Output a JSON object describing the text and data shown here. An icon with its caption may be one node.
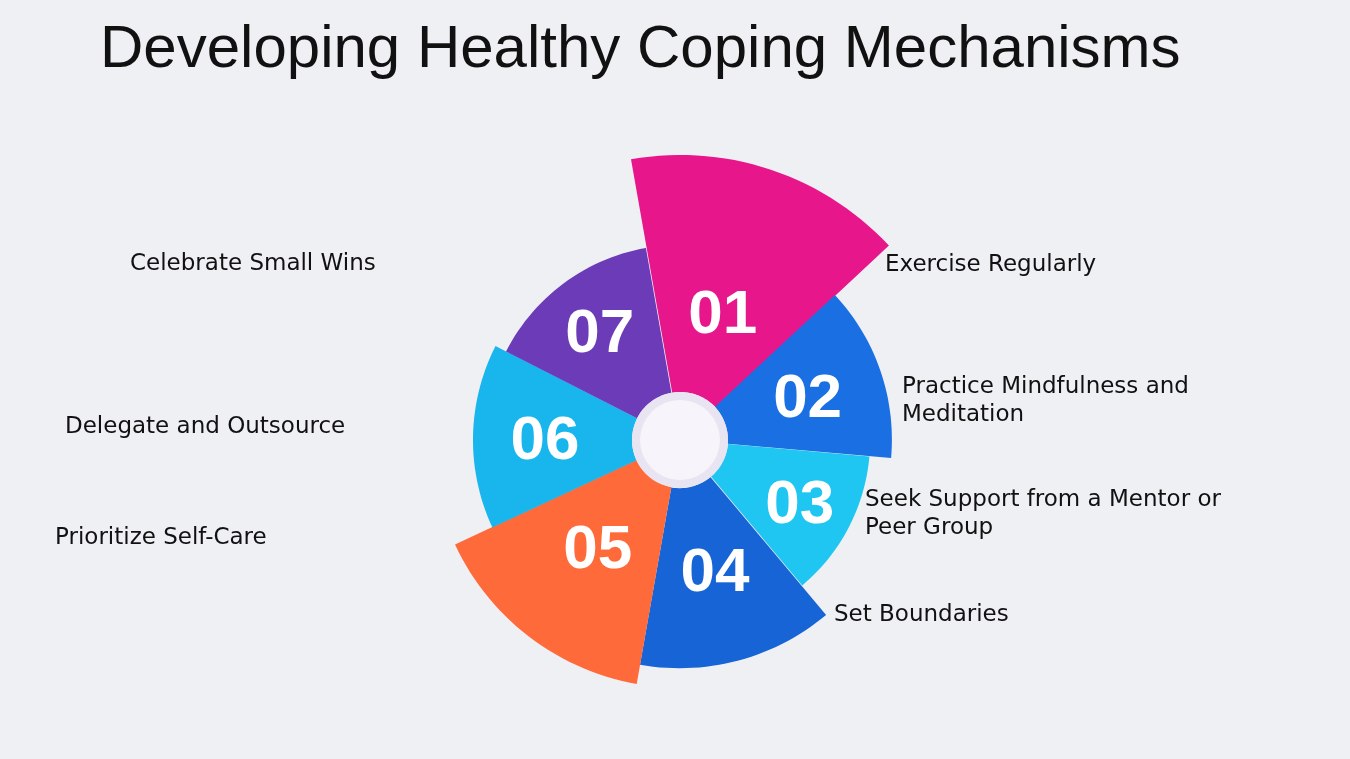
{
  "diagram": {
    "title": "Developing Healthy Coping Mechanisms",
    "nodes": [
      {
        "text": [
          "01"
        ],
        "beside": [
          "Exercise Regularly"
        ]
      },
      {
        "text": [
          "02"
        ],
        "beside": [
          "Practice Mindfulness and Meditation"
        ]
      },
      {
        "text": [
          "03"
        ],
        "beside": [
          "Seek Support from a Mentor or Peer Group"
        ]
      },
      {
        "text": [
          "04"
        ],
        "beside": [
          "Set Boundaries"
        ]
      },
      {
        "text": [
          "05"
        ]
      },
      {
        "text": [
          "06"
        ]
      },
      {
        "text": [
          "07"
        ]
      }
    ],
    "edges": [],
    "labels": [
      "Celebrate Small Wins",
      "Delegate and Outsource",
      "Prioritize Self-Care"
    ]
  }
}
